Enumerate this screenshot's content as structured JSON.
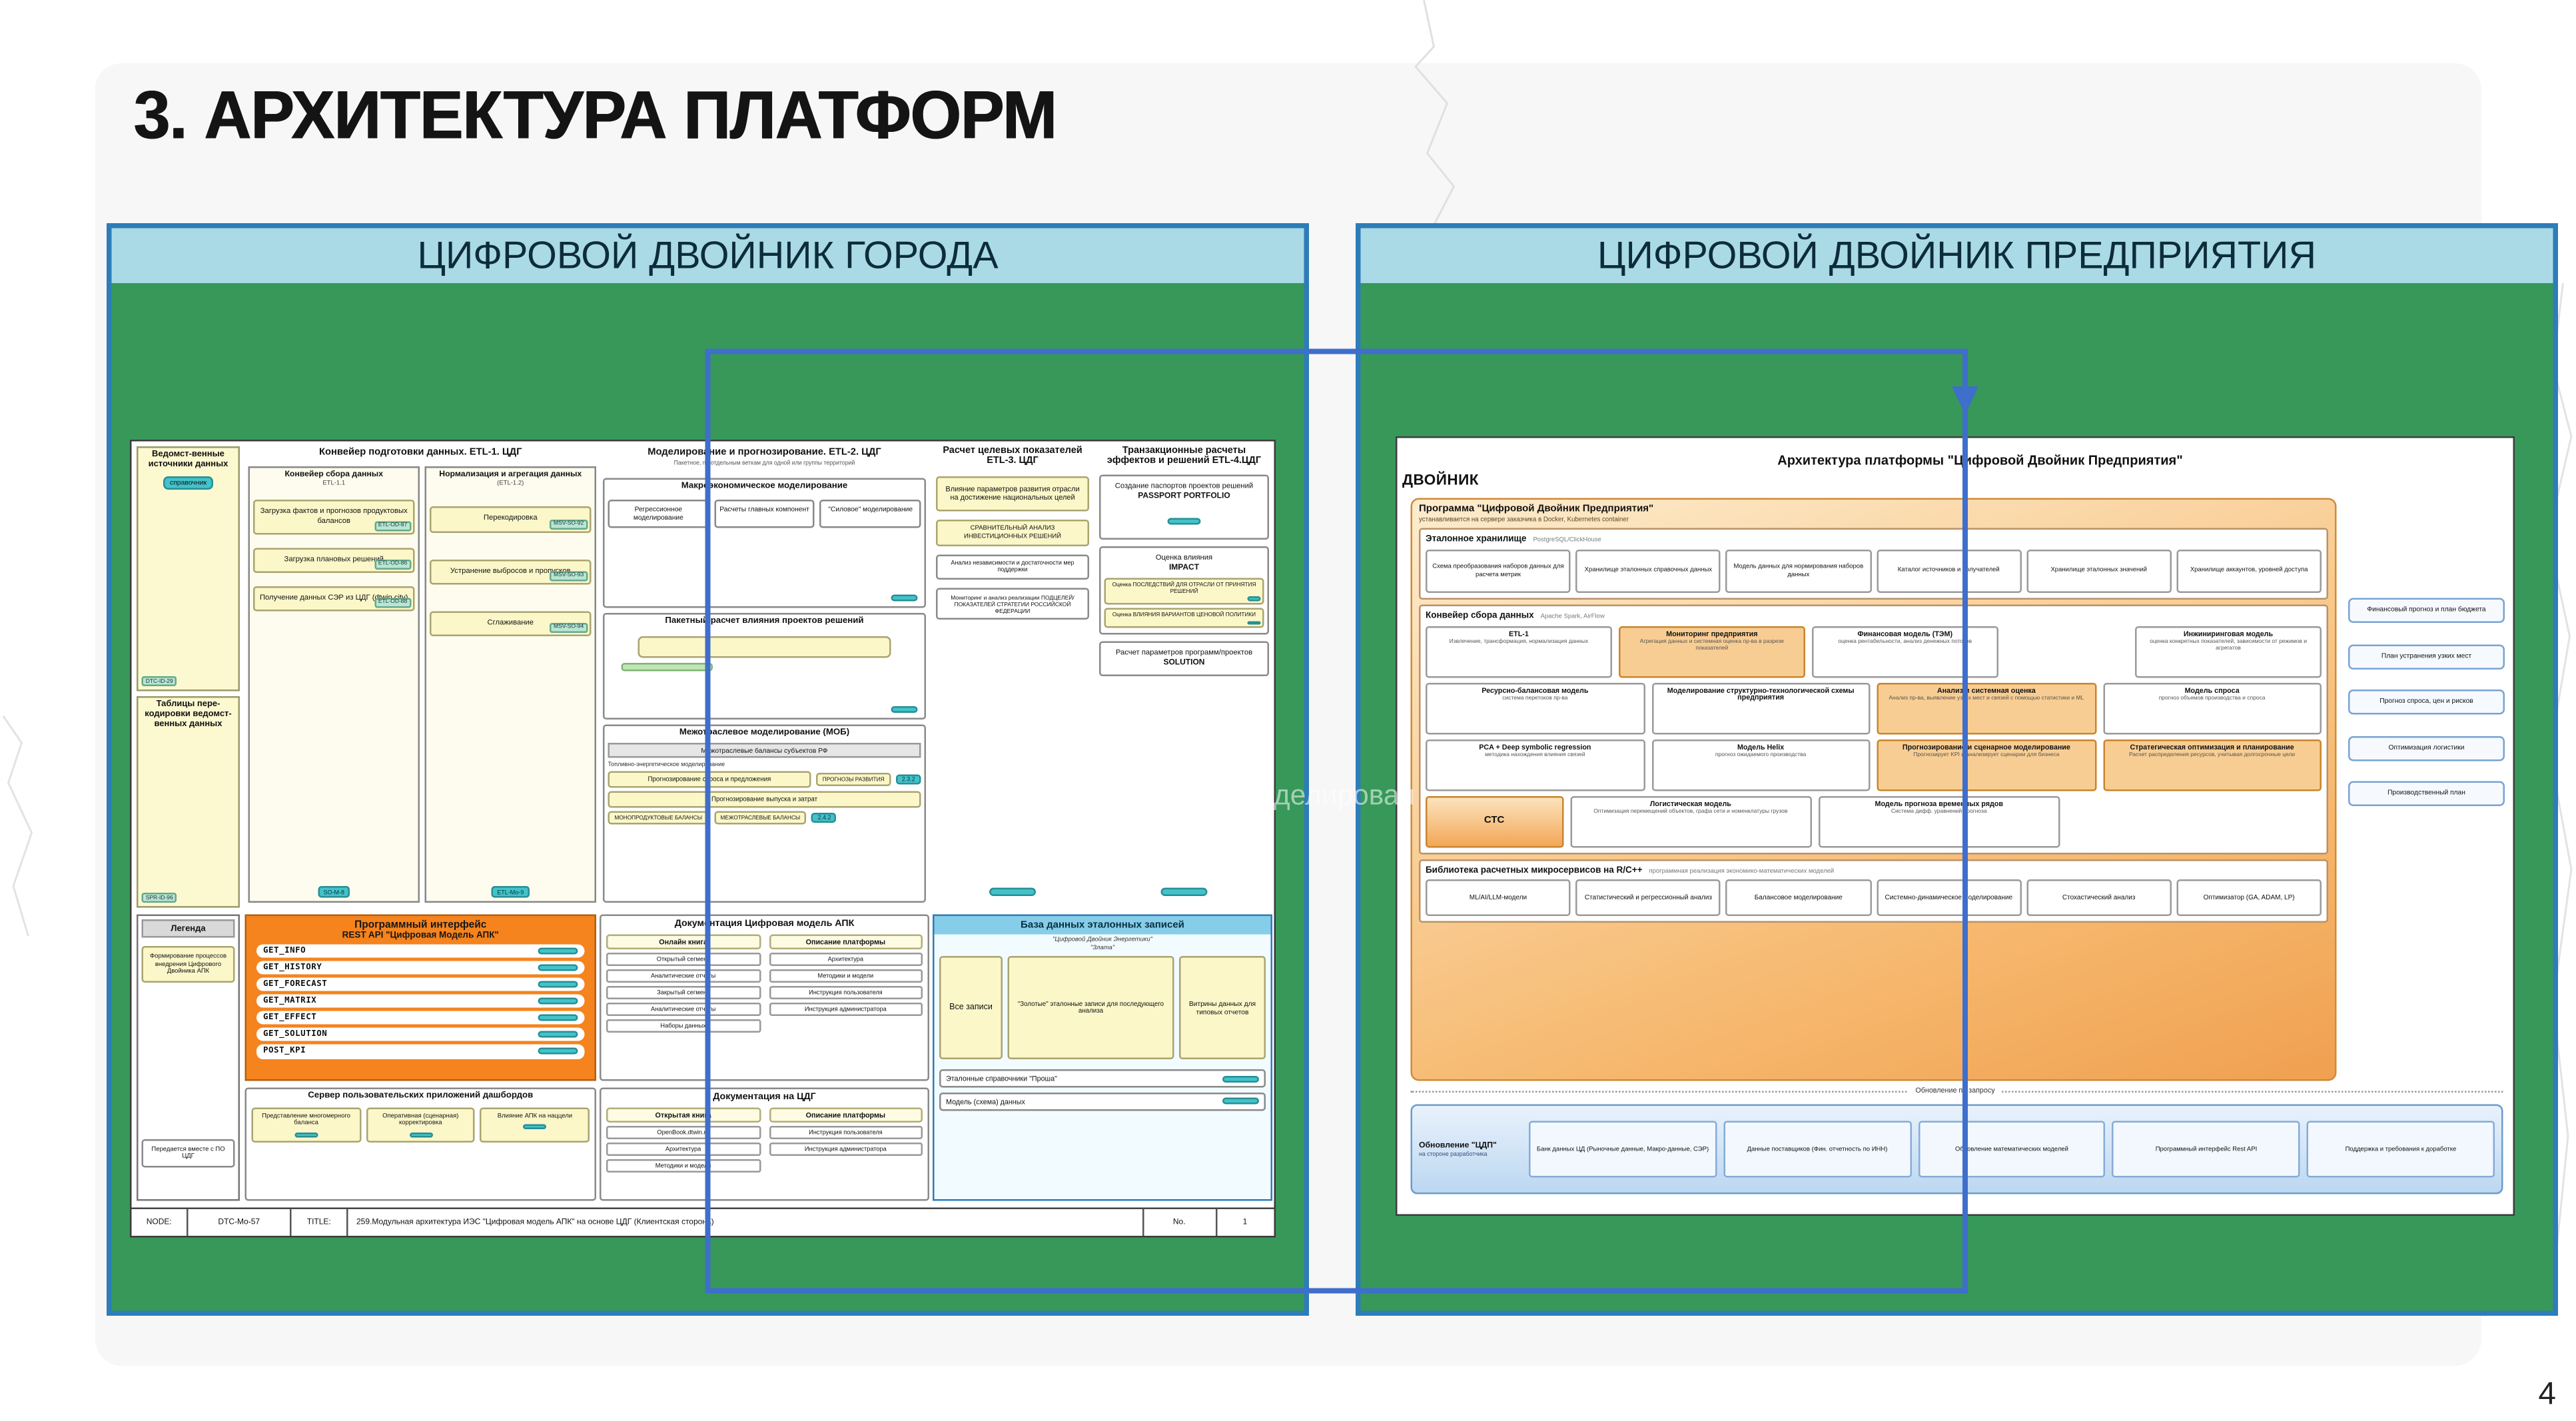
{
  "slide": {
    "title": "3. АРХИТЕКТУРА ПЛАТФОРМ",
    "page_number": "4",
    "watermark": "моделирован"
  },
  "city": {
    "header": "ЦИФРОВОЙ ДВОЙНИК ГОРОДА",
    "sources": {
      "box1_title": "Ведомст-венные источники данных",
      "box1_pill": "справочник",
      "box1_badge": "DTC-ID-29",
      "box2_title": "Таблицы пере-кодировки ведомст-венных данных",
      "box2_badge": "SPR-ID-96"
    },
    "etl1": {
      "header": "Конвейер подготовки данных. ETL-1. ЦДГ",
      "collector_title": "Конвейер сбора данных",
      "collector_tag": "ETL-1.1",
      "collector_items": [
        {
          "label": "Загрузка фактов и прогнозов продуктовых балансов",
          "badge": "ETL-OD-87"
        },
        {
          "label": "Загрузка плановых решений",
          "badge": "ETL-OD-86"
        },
        {
          "label": "Получение данных СЭР из ЦДГ (dtwin.city)",
          "badge": "ETL-OD-88"
        }
      ],
      "collector_bottom": "SO-M-8",
      "norm_title": "Нормализация и агрегация данных",
      "norm_tag": "(ETL-1.2)",
      "norm_items": [
        {
          "label": "Перекодировка",
          "badge": "MSV-SO-92"
        },
        {
          "label": "Устранение выбросов и пропусков",
          "badge": "MSV-SO-93"
        },
        {
          "label": "Сглаживание",
          "badge": "MSV-SO-94"
        }
      ],
      "norm_bottom": "ETL-Mo-9"
    },
    "etl2": {
      "header": "Моделирование и прогнозирование. ETL-2. ЦДГ",
      "subheader": "Пакетное, по отдельным веткам для одной или группы территорий",
      "macro_title": "Макроэкономическое моделирование",
      "macro_items": [
        "Регрессионное моделирование",
        "Расчеты главных компонент",
        "\"Силовое\" моделирование"
      ],
      "batch_title": "Пакетный расчет влияния проектов решений",
      "mob_title": "Межотраслевое моделирование (МОБ)",
      "mob_bar": "Межотраслевые балансы субъектов РФ",
      "mob_label": "Топливно-энергетическое моделирование",
      "mob_chip1": "Прогнозирование спроса и предложения",
      "mob_chip2": "ПРОГНОЗЫ РАЗВИТИЯ",
      "mob_badge1": "2.3.2",
      "mob_chip3": "Прогнозирование выпуска и затрат",
      "mob_chip4": "МОНОПРОДУКТОВЫЕ БАЛАНСЫ",
      "mob_chip5": "МЕЖОТРАСЛЕВЫЕ БАЛАНСЫ",
      "mob_badge2": "2.4.2"
    },
    "etl3": {
      "header": "Расчет целевых показателей ETL-3. ЦДГ",
      "item1": "Влияние параметров развития отрасли на достижение национальных целей",
      "item2": "СРАВНИТЕЛЬНЫЙ АНАЛИЗ ИНВЕСТИЦИОННЫХ РЕШЕНИЙ",
      "item3": "Анализ независимости и достаточности мер поддержки",
      "item4": "Мониторинг и анализ реализации ПОДЦЕЛЕЙ/ПОКАЗАТЕЛЕЙ СТРАТЕГИИ РОССИЙСКОЙ ФЕДЕРАЦИИ"
    },
    "etl4": {
      "header": "Транзакционные расчеты эффектов и решений ETL-4.ЦДГ",
      "passport_title": "Создание паспортов проектов решений",
      "passport_tag": "PASSPORT PORTFOLIO",
      "impact_title": "Оценка влияния",
      "impact_tag": "IMPACT",
      "impact_item1": "Оценка ПОСЛЕДСТВИЙ ДЛЯ ОТРАСЛИ ОТ ПРИНЯТИЯ РЕШЕНИЙ",
      "impact_item2": "Оценка ВЛИЯНИЯ ВАРИАНТОВ ЦЕНОВОЙ ПОЛИТИКИ",
      "solution_title": "Расчет параметров программ/проектов",
      "solution_tag": "SOLUTION"
    },
    "legend": {
      "title": "Легенда",
      "item1": "Формирование процессов внедрения Цифрового Двойника АПК",
      "item2": "Передается вместе с ПО ЦДГ"
    },
    "api": {
      "title1": "Программный интерфейс",
      "title2": "REST API \"Цифровая Модель АПК\"",
      "endpoints": [
        "GET_INFO",
        "GET_HISTORY",
        "GET_FORECAST",
        "GET_MATRIX",
        "GET_EFFECT",
        "GET_SOLUTION",
        "POST_KPI"
      ]
    },
    "dashboards": {
      "title": "Сервер пользовательских приложений дашбордов",
      "items": [
        "Представление многомерного баланса",
        "Оперативная (сценарная) корректировка",
        "Влияние АПК на наццели"
      ]
    },
    "docs_apk": {
      "title": "Документация Цифровая модель АПК",
      "col1_title": "Онлайн книга",
      "col1_items": [
        "Открытый сегмент",
        "Аналитические отчеты",
        "Закрытый сегмент",
        "Аналитические отчеты",
        "Наборы данных"
      ],
      "col2_title": "Описание платформы",
      "col2_items": [
        "Архитектура",
        "Методики и модели",
        "Инструкция пользователя",
        "Инструкция администратора"
      ]
    },
    "docs_cdg": {
      "title": "Документация на ЦДГ",
      "col1_title": "Открытая книга",
      "col1_items": [
        "OpenBook.dtwin.ru",
        "Архитектура",
        "Методики и модели"
      ],
      "col2_title": "Описание платформы",
      "col2_items": [
        "Инструкция пользователя",
        "Инструкция администратора"
      ]
    },
    "db": {
      "title": "База данных эталонных записей",
      "subtitle": "\"Цифровой Двойник Энергетики\"\n\"Злата\"",
      "all_records": "Все записи",
      "golden": "\"Золотые\" эталонные записи для последующего анализа",
      "vitrines": "Витрины данных для типовых отчетов",
      "bar1": "Эталонные справочники \"Проша\"",
      "bar2": "Модель (схема) данных"
    },
    "titlebar": {
      "node_label": "NODE:",
      "node_value": "DTC-Mo-57",
      "title_label": "TITLE:",
      "title_value": "259.Модульная архитектура ИЭС \"Цифровая модель АПК\" на основе ЦДГ (Клиентская сторона)",
      "no_label": "No.",
      "no_value": "1"
    }
  },
  "enterprise": {
    "header": "ЦИФРОВОЙ ДВОЙНИК ПРЕДПРИЯТИЯ",
    "logo": "ДВОЙНИК",
    "title": "Архитектура платформы \"Цифровой Двойник Предприятия\"",
    "program_title": "Программа \"Цифровой Двойник Предприятия\"",
    "program_sub": "устанавливается на сервере заказчика в Docker, Kubernetes container",
    "storage_title": "Эталонное хранилище",
    "storage_sub": "PostgreSQL/ClickHouse",
    "storage_boxes": [
      "Схема преобразования наборов данных для расчета метрик",
      "Хранилище эталонных справочных данных",
      "Модель данных для нормирования наборов данных",
      "Каталог источников и получателей",
      "Хранилище эталонных значений",
      "Хранилище аккаунтов, уровней доступа"
    ],
    "pipeline_title": "Конвейер сбора данных",
    "pipeline_sub": "Apache Spark, AirFlow",
    "p": {
      "c1t": "ETL-1",
      "c1d": "Извлечение, трансформация, нормализация данных",
      "c2t": "Мониторинг предприятия",
      "c2d": "Агрегация данных и системная оценка пр-ва в разрезе показателей",
      "c3t": "Финансовая модель (ТЭМ)",
      "c3d": "оценка рентабельности, анализ денежных потоков",
      "c4t": "Инжиниринговая модель",
      "c4d": "оценка конкретных показателей, зависимости от режимов и агрегатов",
      "c5t": "Ресурсно-балансовая модель",
      "c5d": "система перетоков пр-ва",
      "c6t": "Моделирование структурно-технологической схемы предприятия",
      "c6d": "",
      "c7t": "Анализ и системная оценка",
      "c7d": "Анализ пр-ва, выявление узких мест и связей с помощью статистики и ML",
      "c8t": "Модель спроса",
      "c8d": "прогноз объемов производства и спроса",
      "c9t": "PCA + Deep symbolic regression",
      "c9d": "методика нахождения влияния связей",
      "c10t": "Модель Helix",
      "c10d": "прогноз ожидаемого производства",
      "c11t": "Прогнозирование и сценарное моделирование",
      "c11d": "Прогнозирует KPI и анализирует сценарии для бизнеса",
      "c12t": "Стратегическая оптимизация и планирование",
      "c12d": "Расчет распределения ресурсов, учитывая долгосрочные цели",
      "c13t": "СТС",
      "c14t": "Логистическая модель",
      "c14d": "Оптимизация перемещений объектов, графа сети и номенклатуры грузов",
      "c15t": "Модель прогноза временных рядов",
      "c15d": "Система дифф. уравнений прогноза"
    },
    "outputs": [
      "Финансовый прогноз и план бюджета",
      "План устранения узких мест",
      "Прогноз спроса, цен и рисков",
      "Оптимизация логистики",
      "Производственный план"
    ],
    "library_title": "Библиотека расчетных микросервисов на R/C++",
    "library_sub": "программная реализация экономико-математических моделей",
    "library_boxes": [
      "ML/AI/LLM-модели",
      "Статистический и регрессионный анализ",
      "Балансовое моделирование",
      "Системно-динамическое моделирование",
      "Стохастический анализ",
      "Оптимизатор (GA, ADAM, LP)"
    ],
    "update_note": "Обновление по запросу",
    "update_title": "Обновление \"ЦДП\"",
    "update_sub": "на стороне разработчика",
    "update_boxes": [
      "Банк данных ЦД (Рыночные данные, Макро-данные, СЭР)",
      "Данные поставщиков (Фин. отчетность по ИНН)",
      "Обновление математических моделей",
      "Программный интерфейс Rest API",
      "Поддержка и требования к доработке"
    ]
  }
}
